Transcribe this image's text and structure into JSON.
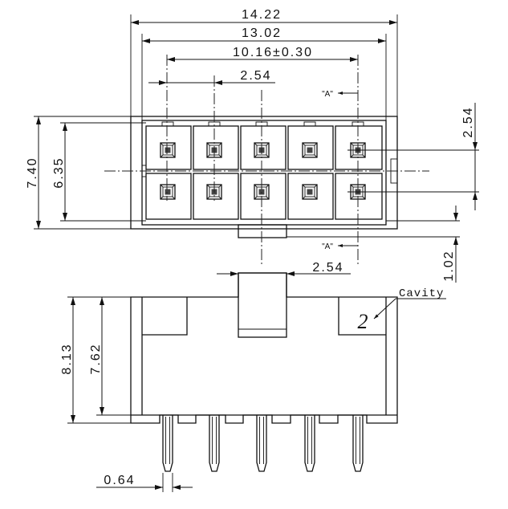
{
  "drawing": {
    "top_view": {
      "overall_width": "14.22",
      "inner_width": "13.02",
      "pin_span": "10.16±0.30",
      "column_pitch": "2.54",
      "row_pitch": "2.54",
      "overall_depth": "7.40",
      "inner_depth": "6.35",
      "key_protrusion": "1.02",
      "section_mark_top": "\"A\"",
      "section_mark_bottom": "\"A\""
    },
    "side_view": {
      "key_width": "2.54",
      "cavity_label": "Cavity",
      "cavity_number": "2",
      "overall_height": "8.13",
      "body_height": "7.62",
      "pin_width": "0.64"
    }
  }
}
